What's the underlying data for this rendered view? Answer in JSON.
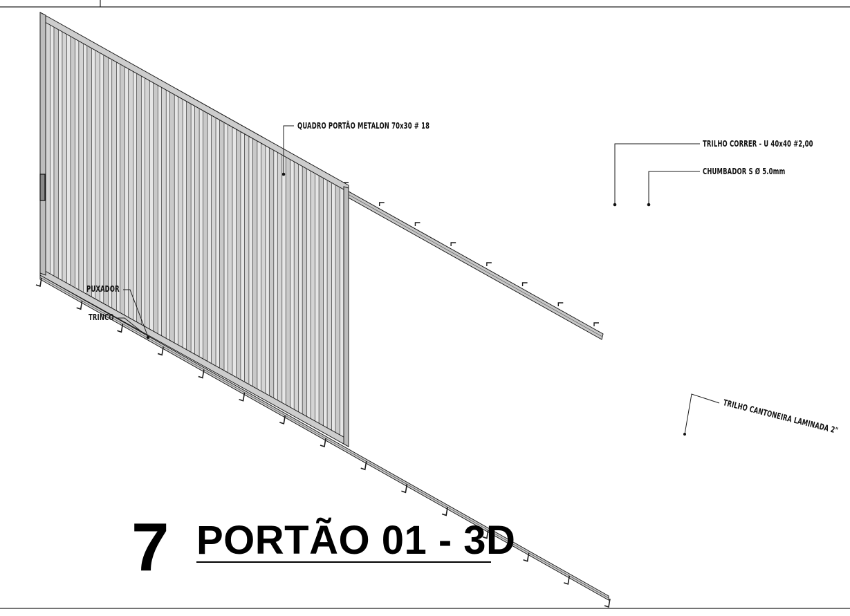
{
  "drawing": {
    "number": "7",
    "title": "PORTÃO 01 - 3D"
  },
  "annotations": {
    "frame": "QUADRO PORTÃO METALON 70x30 # 18",
    "sliding_rail": "TRILHO CORRER - U 40x40 #2,00",
    "anchor": "CHUMBADOR S Ø 5.0mm",
    "angle_rail": "TRILHO CANTONEIRA LAMINADA 2\"",
    "handle": "PUXADOR",
    "latch": "TRINCO"
  },
  "colors": {
    "line": "#1a1a1a",
    "steel_light": "#d8d8d8",
    "steel_mid": "#b4b4b4",
    "steel_dark": "#8a8a8a"
  }
}
